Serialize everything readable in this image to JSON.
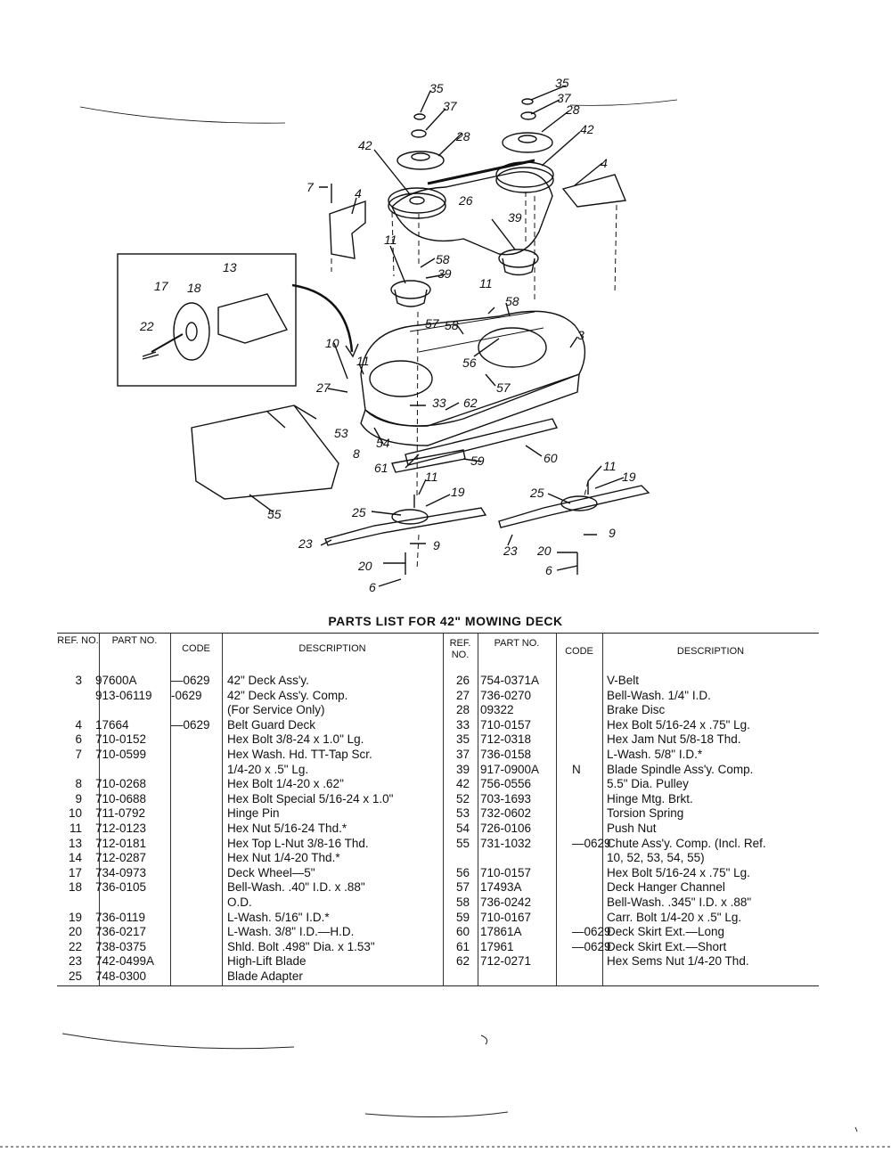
{
  "diagram": {
    "callouts": [
      "35",
      "37",
      "28",
      "42",
      "7",
      "4",
      "26",
      "35",
      "37",
      "28",
      "42",
      "4",
      "39",
      "11",
      "58",
      "39",
      "13",
      "17",
      "18",
      "22",
      "11",
      "58",
      "57",
      "58",
      "56",
      "57",
      "3",
      "10",
      "11",
      "27",
      "33",
      "62",
      "53",
      "8",
      "54",
      "61",
      "59",
      "60",
      "55",
      "11",
      "19",
      "25",
      "11",
      "19",
      "25",
      "23",
      "9",
      "20",
      "6",
      "23",
      "9",
      "20",
      "6"
    ]
  },
  "parts_list": {
    "title": "PARTS LIST FOR 42\" MOWING DECK",
    "headers": {
      "ref_no": "REF. NO.",
      "part_no": "PART NO.",
      "code": "CODE",
      "description": "DESCRIPTION",
      "ref_no_r": "REF. NO.",
      "part_no_r": "PART NO.",
      "code_r": "CODE",
      "description_r": "DESCRIPTION"
    },
    "left_rows": [
      {
        "ref": "3",
        "part": "97600A",
        "code": "—0629",
        "desc": "42\" Deck Ass'y."
      },
      {
        "ref": "",
        "part": "913-06119",
        "code": "-0629",
        "desc": "42\" Deck Ass'y. Comp."
      },
      {
        "ref": "",
        "part": "",
        "code": "",
        "desc": "  (For Service Only)"
      },
      {
        "ref": "4",
        "part": "17664",
        "code": "—0629",
        "desc": "Belt Guard Deck"
      },
      {
        "ref": "6",
        "part": "710-0152",
        "code": "",
        "desc": "Hex Bolt 3/8-24 x 1.0\" Lg."
      },
      {
        "ref": "7",
        "part": "710-0599",
        "code": "",
        "desc": "Hex Wash. Hd. TT-Tap Scr."
      },
      {
        "ref": "",
        "part": "",
        "code": "",
        "desc": "  1/4-20 x .5\" Lg."
      },
      {
        "ref": "8",
        "part": "710-0268",
        "code": "",
        "desc": "Hex Bolt 1/4-20 x .62\""
      },
      {
        "ref": "9",
        "part": "710-0688",
        "code": "",
        "desc": "Hex Bolt Special 5/16-24 x 1.0\""
      },
      {
        "ref": "10",
        "part": "711-0792",
        "code": "",
        "desc": "Hinge Pin"
      },
      {
        "ref": "11",
        "part": "712-0123",
        "code": "",
        "desc": "Hex Nut 5/16-24 Thd.*"
      },
      {
        "ref": "13",
        "part": "712-0181",
        "code": "",
        "desc": "Hex Top L-Nut 3/8-16 Thd."
      },
      {
        "ref": "14",
        "part": "712-0287",
        "code": "",
        "desc": "Hex Nut 1/4-20 Thd.*"
      },
      {
        "ref": "17",
        "part": "734-0973",
        "code": "",
        "desc": "Deck Wheel—5\""
      },
      {
        "ref": "18",
        "part": "736-0105",
        "code": "",
        "desc": "Bell-Wash. .40\" I.D. x .88\""
      },
      {
        "ref": "",
        "part": "",
        "code": "",
        "desc": "  O.D."
      },
      {
        "ref": "19",
        "part": "736-0119",
        "code": "",
        "desc": "L-Wash. 5/16\" I.D.*"
      },
      {
        "ref": "20",
        "part": "736-0217",
        "code": "",
        "desc": "L-Wash. 3/8\" I.D.—H.D."
      },
      {
        "ref": "22",
        "part": "738-0375",
        "code": "",
        "desc": "Shld. Bolt .498\" Dia. x 1.53\""
      },
      {
        "ref": "23",
        "part": "742-0499A",
        "code": "",
        "desc": "High-Lift Blade"
      },
      {
        "ref": "25",
        "part": "748-0300",
        "code": "",
        "desc": "Blade Adapter"
      }
    ],
    "right_rows": [
      {
        "ref": "26",
        "part": "754-0371A",
        "code": "",
        "desc": "V-Belt"
      },
      {
        "ref": "27",
        "part": "736-0270",
        "code": "",
        "desc": "Bell-Wash. 1/4\" I.D."
      },
      {
        "ref": "28",
        "part": "09322",
        "code": "",
        "desc": "Brake Disc"
      },
      {
        "ref": "33",
        "part": "710-0157",
        "code": "",
        "desc": "Hex Bolt 5/16-24 x .75\" Lg."
      },
      {
        "ref": "35",
        "part": "712-0318",
        "code": "",
        "desc": "Hex Jam Nut 5/8-18 Thd."
      },
      {
        "ref": "37",
        "part": "736-0158",
        "code": "",
        "desc": "L-Wash. 5/8\" I.D.*"
      },
      {
        "ref": "39",
        "part": "917-0900A",
        "code": "N",
        "desc": "Blade Spindle Ass'y. Comp."
      },
      {
        "ref": "42",
        "part": "756-0556",
        "code": "",
        "desc": "5.5\" Dia. Pulley"
      },
      {
        "ref": "52",
        "part": "703-1693",
        "code": "",
        "desc": "Hinge Mtg. Brkt."
      },
      {
        "ref": "53",
        "part": "732-0602",
        "code": "",
        "desc": "Torsion Spring"
      },
      {
        "ref": "54",
        "part": "726-0106",
        "code": "",
        "desc": "Push Nut"
      },
      {
        "ref": "55",
        "part": "731-1032",
        "code": "—0629",
        "desc": "Chute Ass'y. Comp. (Incl. Ref."
      },
      {
        "ref": "",
        "part": "",
        "code": "",
        "desc": "  10, 52, 53, 54, 55)"
      },
      {
        "ref": "56",
        "part": "710-0157",
        "code": "",
        "desc": "Hex Bolt 5/16-24 x .75\" Lg."
      },
      {
        "ref": "57",
        "part": "17493A",
        "code": "",
        "desc": "Deck Hanger Channel"
      },
      {
        "ref": "58",
        "part": "736-0242",
        "code": "",
        "desc": "Bell-Wash. .345\" I.D. x .88\""
      },
      {
        "ref": "59",
        "part": "710-0167",
        "code": "",
        "desc": "Carr. Bolt 1/4-20 x .5\" Lg."
      },
      {
        "ref": "60",
        "part": "17861A",
        "code": "—0629",
        "desc": "Deck Skirt Ext.—Long"
      },
      {
        "ref": "61",
        "part": "17961",
        "code": "—0629",
        "desc": "Deck Skirt Ext.—Short"
      },
      {
        "ref": "62",
        "part": "712-0271",
        "code": "",
        "desc": "Hex Sems Nut 1/4-20 Thd."
      }
    ]
  }
}
